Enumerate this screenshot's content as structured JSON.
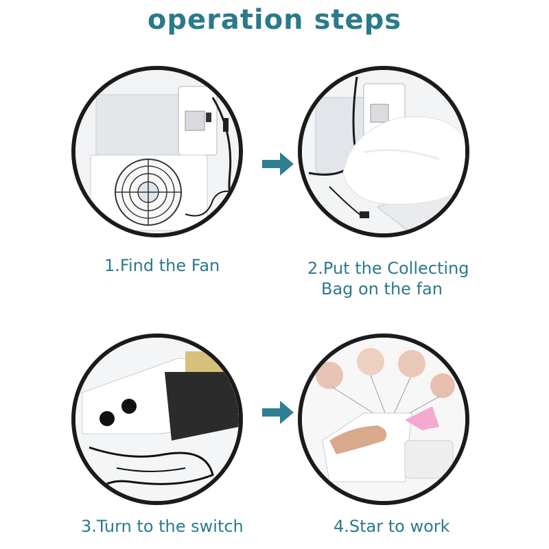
{
  "title": "operation steps",
  "steps": [
    {
      "caption_lines": [
        "1.Find the Fan"
      ]
    },
    {
      "caption_lines": [
        "2.Put the Collecting",
        "Bag on the fan"
      ]
    },
    {
      "caption_lines": [
        "3.Turn to the switch"
      ]
    },
    {
      "caption_lines": [
        "4.Star to work"
      ]
    }
  ],
  "colors": {
    "title": "#2b7a8b",
    "caption": "#2b7a8b",
    "arrow": "#2e7f92",
    "circle_border": "#1b1b1b"
  },
  "icons": [
    "arrow-right-icon",
    "arrow-right-icon"
  ]
}
